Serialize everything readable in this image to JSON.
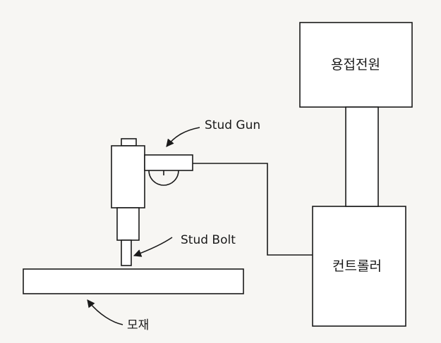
{
  "diagram": {
    "power_supply": {
      "label": "용접전원"
    },
    "controller": {
      "label": "컨트롤러"
    },
    "stud_gun": {
      "label": "Stud Gun"
    },
    "stud_bolt": {
      "label": "Stud Bolt"
    },
    "base_material": {
      "label": "모재"
    }
  },
  "colors": {
    "line": "#1a1a1a",
    "fill": "#ffffff",
    "background": "#f7f6f3"
  }
}
